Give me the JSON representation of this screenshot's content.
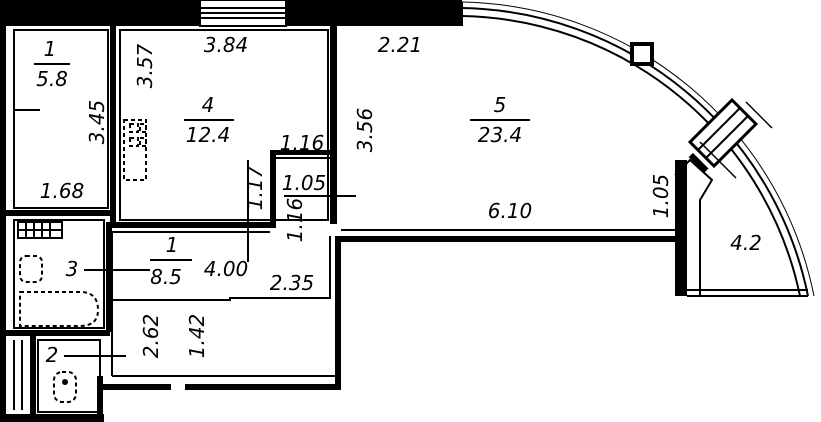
{
  "rooms": {
    "room1": {
      "number": "1",
      "area": "5.8"
    },
    "room3": {
      "number": "1",
      "area": "8.5"
    },
    "room4": {
      "number": "4",
      "area": "12.4"
    },
    "room5": {
      "number": "5",
      "area": "23.4"
    },
    "balcony_area": "4.2"
  },
  "callouts": {
    "c3": "3",
    "c2": "2"
  },
  "dimensions": {
    "d384": "3.84",
    "d221": "2.21",
    "d357": "3.57",
    "d345": "3.45",
    "d168": "1.68",
    "d356": "3.56",
    "d116a": "1.16",
    "d117": "1.17",
    "d105a": "1.05",
    "d116b": "1.16",
    "d610": "6.10",
    "d105b": "1.05",
    "d400": "4.00",
    "d235": "2.35",
    "d262": "2.62",
    "d142": "1.42"
  }
}
